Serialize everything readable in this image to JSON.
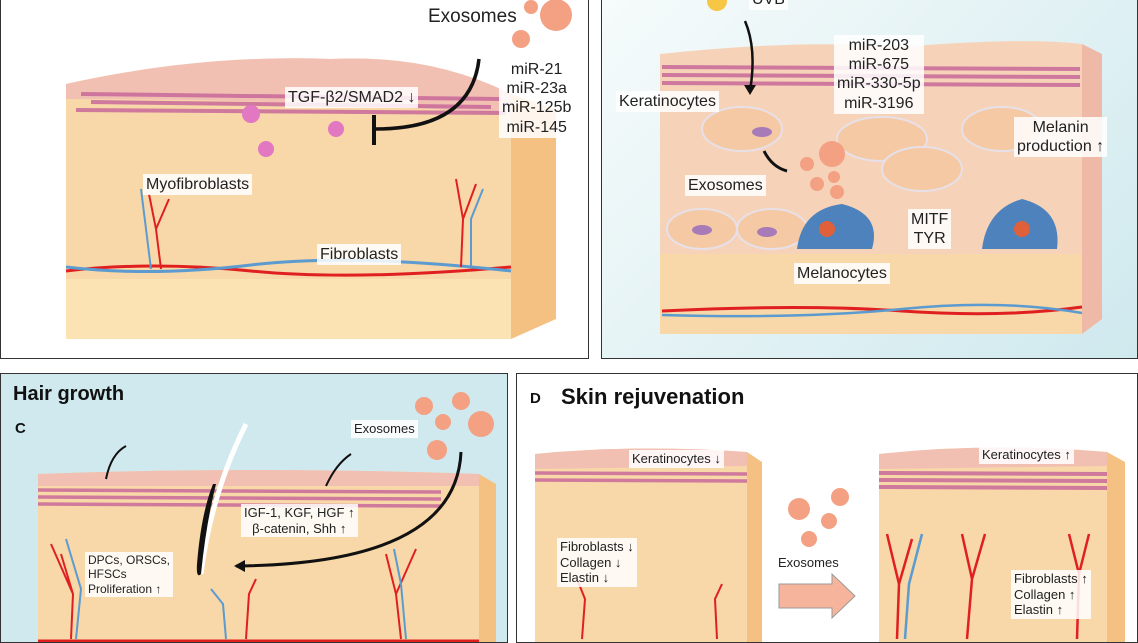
{
  "panel_a": {
    "exosomes": "Exosomes",
    "mirnas": [
      "miR-21",
      "miR-23a",
      "miR-125b",
      "miR-145"
    ],
    "pathway": "TGF-β2/SMAD2 ↓",
    "myofibroblasts": "Myofibroblasts",
    "fibroblasts": "Fibroblasts"
  },
  "panel_b": {
    "uvb": "UVB",
    "keratinocytes": "Keratinocytes",
    "mirnas": [
      "miR-203",
      "miR-675",
      "miR-330-5p",
      "miR-3196"
    ],
    "melanin": [
      "Melanin",
      "production ↑"
    ],
    "exosomes": "Exosomes",
    "genes": [
      "MITF",
      "TYR"
    ],
    "melanocytes": "Melanocytes"
  },
  "panel_c": {
    "title": "Hair growth",
    "letter": "C",
    "exosomes": "Exosomes",
    "factors": [
      "IGF-1, KGF, HGF ↑",
      "β-catenin, Shh ↑"
    ],
    "cells": [
      "DPCs, ORSCs,",
      "HFSCs",
      "Proliferation ↑"
    ]
  },
  "panel_d": {
    "title": "Skin rejuvenation",
    "letter": "D",
    "before_keratinocytes": "Keratinocytes ↓",
    "before_list": [
      "Fibroblasts ↓",
      "Collagen ↓",
      "Elastin ↓"
    ],
    "exosomes": "Exosomes",
    "after_keratinocytes": "Keratinocytes ↑",
    "after_list": [
      "Fibroblasts ↑",
      "Collagen ↑",
      "Elastin ↑"
    ]
  },
  "colors": {
    "exosome": "#f4a083",
    "epidermis": "#c8699a",
    "dermis": "#f8d7a8",
    "artery": "#e02020",
    "vein": "#5b9bd0",
    "background_blue": "#cfe9ee"
  }
}
